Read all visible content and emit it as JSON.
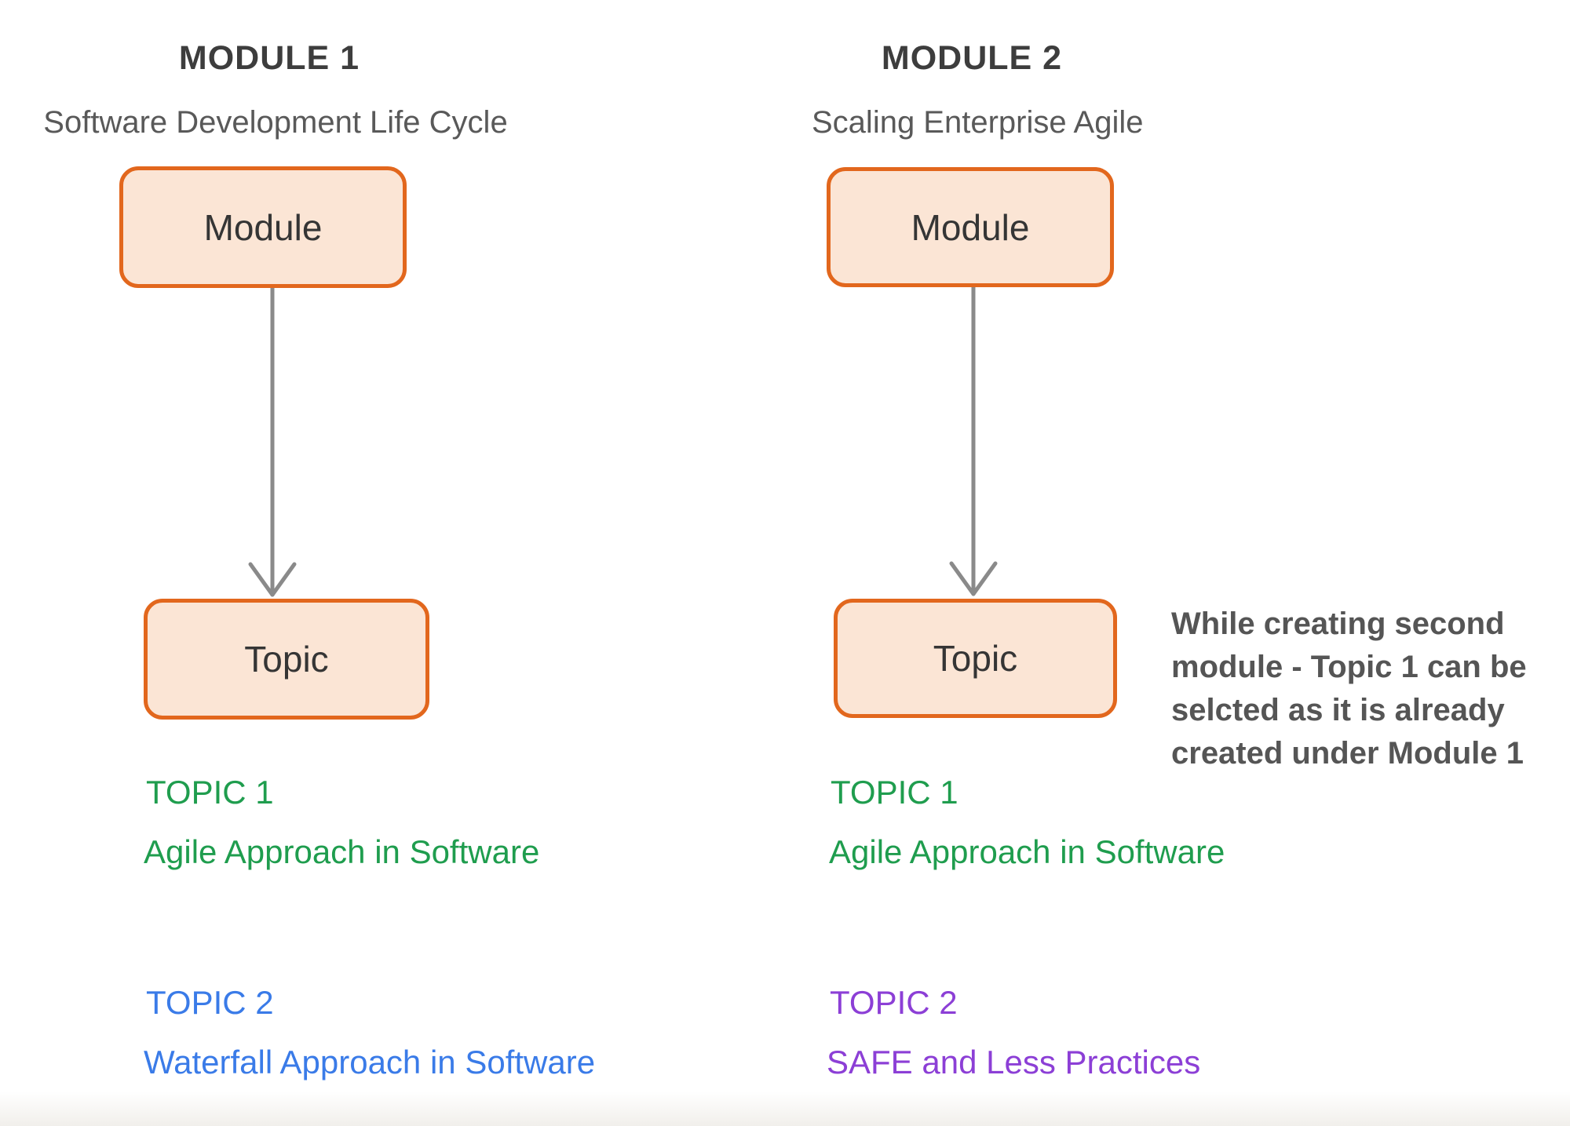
{
  "colors": {
    "box_fill": "#FBE5D5",
    "box_border": "#E2671D",
    "arrow": "#8A8A8A",
    "heading": "#3D3D3D",
    "subtitle": "#595959",
    "box_label": "#353535",
    "annotation": "#555555",
    "topic_green": "#1F9D4E",
    "topic_blue": "#3A7BE8",
    "topic_purple": "#8C3FD6"
  },
  "columns": [
    {
      "title": "MODULE 1",
      "subtitle": "Software Development Life Cycle",
      "module_box_label": "Module",
      "topic_box_label": "Topic",
      "topics": [
        {
          "label": "TOPIC 1",
          "name": "Agile Approach in Software",
          "color": "#1F9D4E"
        },
        {
          "label": "TOPIC 2",
          "name": "Waterfall Approach in Software",
          "color": "#3A7BE8"
        }
      ]
    },
    {
      "title": "MODULE 2",
      "subtitle": "Scaling Enterprise Agile",
      "module_box_label": "Module",
      "topic_box_label": "Topic",
      "topics": [
        {
          "label": "TOPIC 1",
          "name": "Agile Approach in Software",
          "color": "#1F9D4E"
        },
        {
          "label": "TOPIC 2",
          "name": "SAFE and Less Practices",
          "color": "#8C3FD6"
        }
      ]
    }
  ],
  "annotation": {
    "text": "While creating second\nmodule - Topic 1 can be\nselcted as it is already\ncreated under Module 1"
  }
}
